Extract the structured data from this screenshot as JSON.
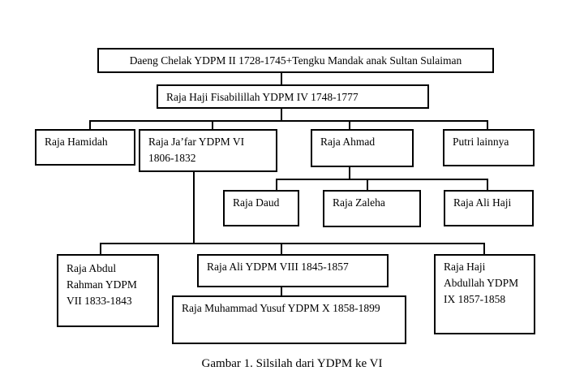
{
  "nodes": {
    "root": "Daeng Chelak YDPM II 1728-1745+Tengku Mandak anak Sultan Sulaiman",
    "fisabilillah": "Raja Haji Fisabilillah YDPM IV 1748-1777",
    "hamidah": "Raja Hamidah",
    "jafar": "Raja Ja’far YDPM VI 1806-1832",
    "ahmad": "Raja Ahmad",
    "putri": "Putri lainnya",
    "daud": "Raja Daud",
    "zaleha": "Raja Zaleha",
    "ali_haji": "Raja Ali Haji",
    "abdul_rahman": "Raja Abdul Rahman YDPM VII 1833-1843",
    "ali_viii": "Raja Ali YDPM VIII 1845-1857",
    "muhammad_yusuf": "Raja Muhammad Yusuf YDPM X 1858-1899",
    "haji_abdullah": "Raja Haji Abdullah YDPM IX 1857-1858"
  },
  "caption": "Gambar 1. Silsilah dari YDPM ke VI"
}
